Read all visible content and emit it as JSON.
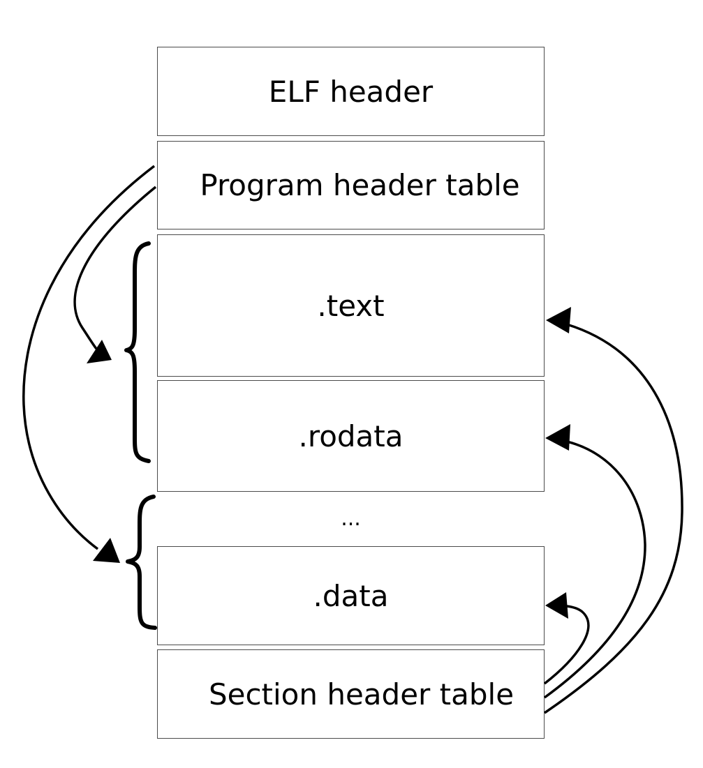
{
  "diagram": {
    "sections": [
      {
        "id": "elf-header",
        "label": "ELF header"
      },
      {
        "id": "program-header-table",
        "label": "Program header table"
      },
      {
        "id": "text",
        "label": ".text"
      },
      {
        "id": "rodata",
        "label": ".rodata"
      },
      {
        "id": "ellipsis",
        "label": "..."
      },
      {
        "id": "data",
        "label": ".data"
      },
      {
        "id": "section-header-table",
        "label": "Section header table"
      }
    ],
    "segments": [
      {
        "name": "segment-1",
        "sections": [
          ".text",
          ".rodata"
        ]
      },
      {
        "name": "segment-2",
        "sections": [
          "...",
          ".data"
        ]
      }
    ],
    "links": [
      {
        "from": "Program header table",
        "to": "segment-1"
      },
      {
        "from": "Program header table",
        "to": "segment-2"
      },
      {
        "from": "Section header table",
        "to": ".text"
      },
      {
        "from": "Section header table",
        "to": ".rodata"
      },
      {
        "from": "Section header table",
        "to": ".data"
      }
    ],
    "colors": {
      "stroke": "#000000",
      "box_border": "#4a4a4a",
      "background": "#ffffff"
    }
  }
}
